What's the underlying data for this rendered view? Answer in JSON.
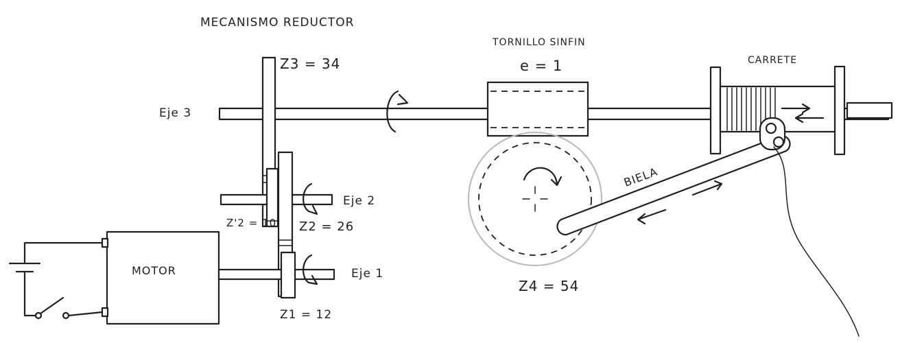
{
  "labels": {
    "title": "MECANISMO REDUCTOR",
    "worm_title": "TORNILLO SINFIN",
    "worm_e": "e = 1",
    "spool": "CARRETE",
    "shaft3": "Eje 3",
    "shaft2": "Eje 2",
    "shaft1": "Eje 1",
    "z3": "Z3 = 34",
    "z2p": "Z'2 = 10",
    "z2": "Z2 = 26",
    "z1": "Z1 = 12",
    "z4": "Z4 = 54",
    "motor": "MOTOR",
    "rod": "BIELA"
  },
  "colors": {
    "ink": "#1f1f1f",
    "wheel_outline": "#b8b8b8",
    "background": "#ffffff"
  }
}
